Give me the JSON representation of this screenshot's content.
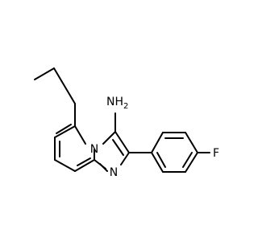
{
  "molecule": {
    "atoms": {
      "nh2": "NH",
      "nh2_subscript": "2",
      "ring_n_bridge": "N",
      "ring_n_imidazole": "N",
      "fluorine": "F"
    },
    "colors": {
      "bond": "#000000",
      "label": "#000000",
      "background": "#ffffff"
    }
  }
}
